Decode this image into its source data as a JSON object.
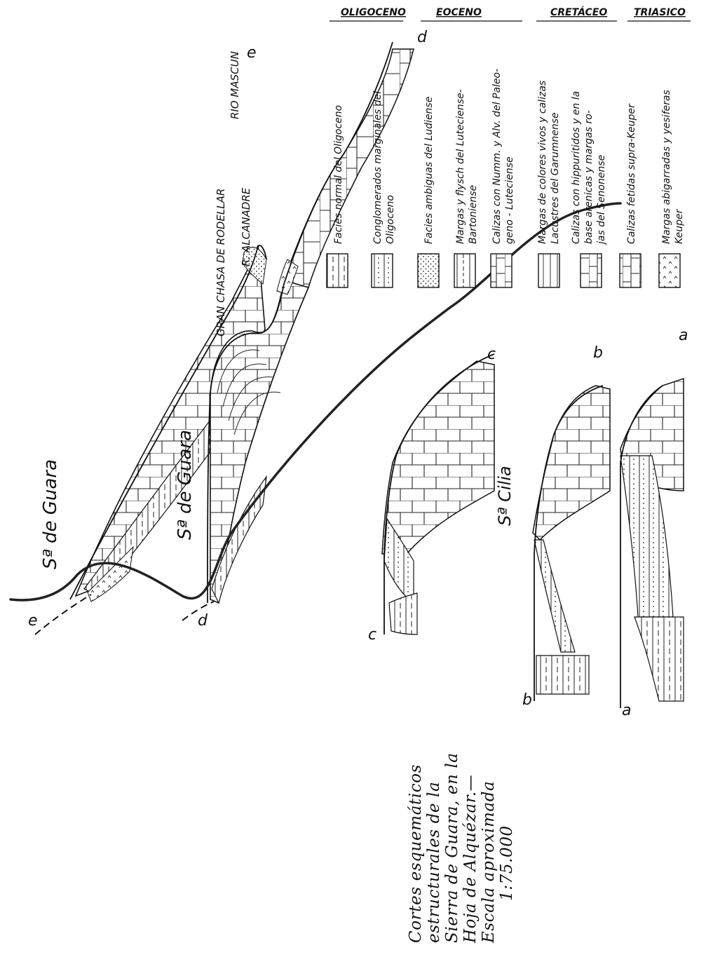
{
  "section_labels": {
    "a": "a",
    "b": "b",
    "c": "c",
    "d": "d",
    "e": "e"
  },
  "place_names": {
    "sierra_guara_top": "Sª de Guara",
    "sierra_guara_mid": "Sª de Guara",
    "sierra_cilia": "Sª Cilia",
    "gran_chasa": "GRAN CHASA DE RODELLAR",
    "rio_alcanadre": "R. ALCANADRE",
    "rio_mascun": "RIO MASCUN"
  },
  "legend": {
    "groups": [
      {
        "label": "OLIGOCENO",
        "items": [
          {
            "lines": [
              "Facies normal del Oligoceno"
            ],
            "pattern": "dash-lines"
          },
          {
            "lines": [
              "Conglomerados marginales del",
              "Oligoceno"
            ],
            "pattern": "dots-lines"
          }
        ]
      },
      {
        "label": "EOCENO",
        "items": [
          {
            "lines": [
              "Facies ambiguas del Ludiense"
            ],
            "pattern": "dense-dots"
          },
          {
            "lines": [
              "Margas y flysch del Luteciense-",
              "Bartoniense"
            ],
            "pattern": "dash-broken"
          },
          {
            "lines": [
              "Calizas con Numm. y Alv. del Paleo-",
              "geno - Luteciense"
            ],
            "pattern": "bricks"
          }
        ]
      },
      {
        "label": "CRETÁCEO",
        "items": [
          {
            "lines": [
              "Margas de colores vivos y calizas",
              "Lacustres del Garumnense"
            ],
            "pattern": "thin-lines"
          },
          {
            "lines": [
              "Calizas con hippuritidos y en la",
              "base arenicas y margas ro-",
              "jas del Senonense"
            ],
            "pattern": "bricks-dash"
          }
        ]
      },
      {
        "label": "TRIASICO",
        "items": [
          {
            "lines": [
              "Calizas fetidas supra-Keuper"
            ],
            "pattern": "bricks-small"
          },
          {
            "lines": [
              "Margas abigarradas y yesiferas",
              "Keuper"
            ],
            "pattern": "carets"
          }
        ]
      }
    ]
  },
  "caption": {
    "lines": [
      "Cortes esquemáticos",
      "estructurales de la",
      "Sierra de Guara, en la",
      "Hoja de Alquézar.—",
      "Escala aproximada",
      "1:75.000"
    ]
  }
}
